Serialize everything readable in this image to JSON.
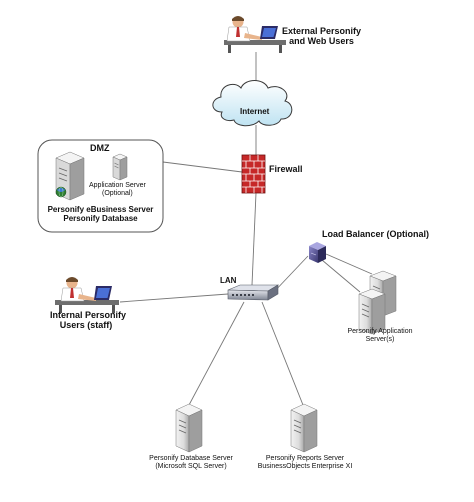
{
  "external_users": {
    "line1": "External Personify",
    "line2": "and Web Users"
  },
  "internet": {
    "label": "Internet"
  },
  "firewall": {
    "label": "Firewall"
  },
  "dmz": {
    "title": "DMZ",
    "app_server_line1": "Application Server",
    "app_server_line2": "(Optional)",
    "caption_line1": "Personify eBusiness Server",
    "caption_line2": "Personify Database"
  },
  "load_balancer": {
    "label": "Load Balancer (Optional)"
  },
  "lan": {
    "label": "LAN"
  },
  "internal_users": {
    "line1": "Internal Personify",
    "line2": "Users (staff)"
  },
  "app_servers": {
    "line1": "Personify Application",
    "line2": "Server(s)"
  },
  "db_server": {
    "line1": "Personify Database Server",
    "line2": "(Microsoft SQL Server)"
  },
  "reports_server": {
    "line1": "Personify Reports Server",
    "line2": "BusinessObjects Enterprise XI"
  }
}
